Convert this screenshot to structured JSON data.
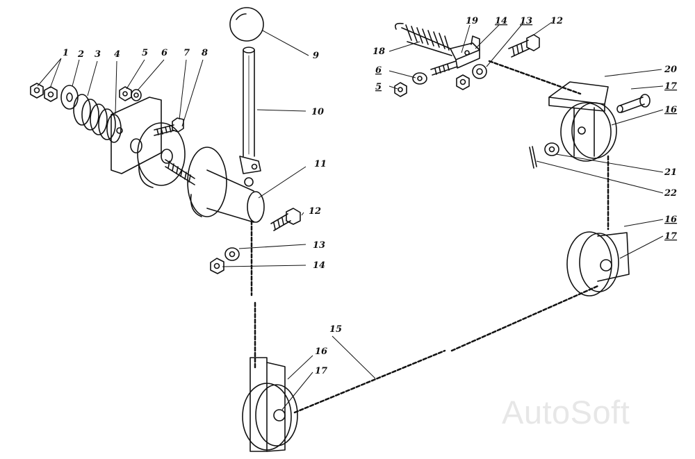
{
  "watermark": "AutoSoft",
  "callouts": [
    {
      "n": "1",
      "underline": false
    },
    {
      "n": "2",
      "underline": false
    },
    {
      "n": "3",
      "underline": false
    },
    {
      "n": "4",
      "underline": false
    },
    {
      "n": "5",
      "underline": false
    },
    {
      "n": "6",
      "underline": false
    },
    {
      "n": "7",
      "underline": false
    },
    {
      "n": "8",
      "underline": false
    },
    {
      "n": "9",
      "underline": false
    },
    {
      "n": "10",
      "underline": false
    },
    {
      "n": "11",
      "underline": false
    },
    {
      "n": "12",
      "underline": false
    },
    {
      "n": "13",
      "underline": false
    },
    {
      "n": "14",
      "underline": false
    },
    {
      "n": "15",
      "underline": false
    },
    {
      "n": "16",
      "underline": false
    },
    {
      "n": "17",
      "underline": false
    },
    {
      "n": "18",
      "underline": false
    },
    {
      "n": "19",
      "underline": false
    },
    {
      "n": "14",
      "underline": true
    },
    {
      "n": "13",
      "underline": true
    },
    {
      "n": "12",
      "underline": false
    },
    {
      "n": "6",
      "underline": true
    },
    {
      "n": "5",
      "underline": true
    },
    {
      "n": "20",
      "underline": false
    },
    {
      "n": "17",
      "underline": true
    },
    {
      "n": "16",
      "underline": true
    },
    {
      "n": "21",
      "underline": false
    },
    {
      "n": "22",
      "underline": false
    },
    {
      "n": "16",
      "underline": true
    },
    {
      "n": "17",
      "underline": true
    }
  ]
}
